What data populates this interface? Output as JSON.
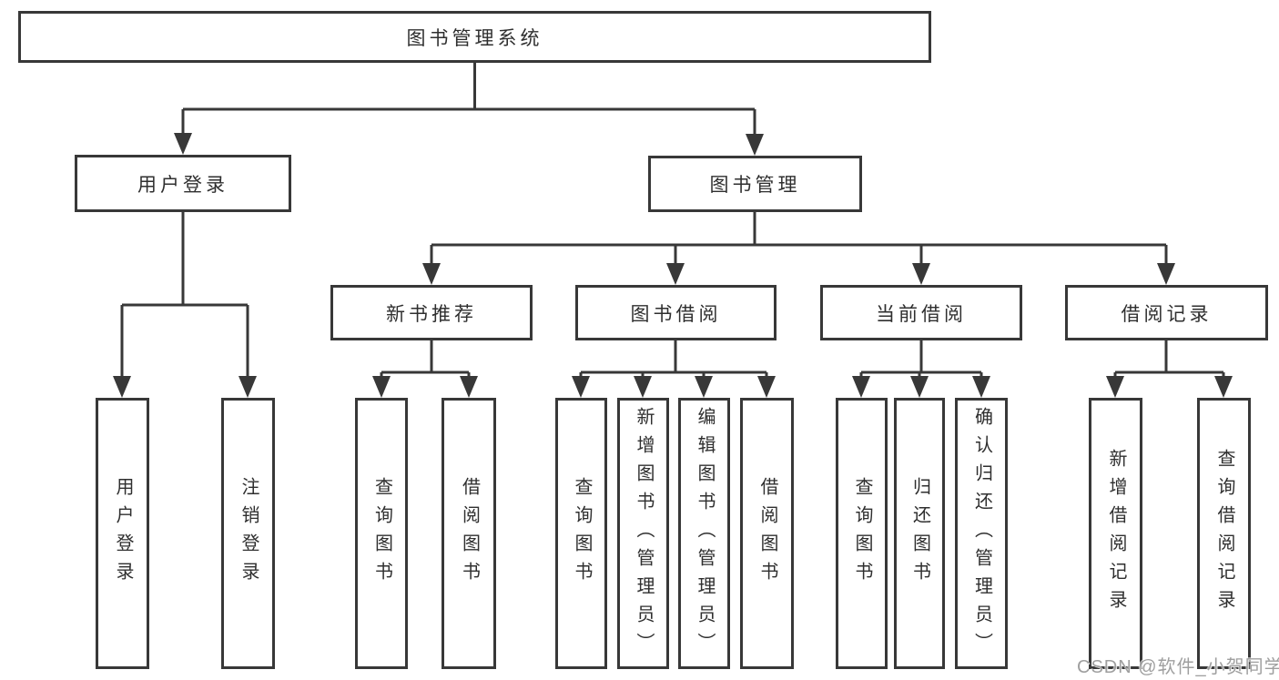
{
  "diagram_title": "图书管理系统",
  "nodes": {
    "root": "图书管理系统",
    "user_login": "用户登录",
    "book_mgmt": "图书管理",
    "new_book_rec": "新书推荐",
    "book_borrow": "图书借阅",
    "current_borrow": "当前借阅",
    "borrow_record": "借阅记录",
    "leaf_user_login": "用户登录",
    "leaf_logout": "注销登录",
    "leaf_nb_query": "查询图书",
    "leaf_nb_borrow": "借阅图书",
    "leaf_bb_query": "查询图书",
    "leaf_bb_add": "新增图书（管理员）",
    "leaf_bb_edit": "编辑图书（管理员）",
    "leaf_bb_borrow": "借阅图书",
    "leaf_cb_query": "查询图书",
    "leaf_cb_return": "归还图书",
    "leaf_cb_confirm": "确认归还（管理员）",
    "leaf_br_add": "新增借阅记录",
    "leaf_br_query": "查询借阅记录"
  },
  "hierarchy": {
    "图书管理系统": [
      "用户登录",
      "图书管理"
    ],
    "用户登录": [
      "用户登录",
      "注销登录"
    ],
    "图书管理": [
      "新书推荐",
      "图书借阅",
      "当前借阅",
      "借阅记录"
    ],
    "新书推荐": [
      "查询图书",
      "借阅图书"
    ],
    "图书借阅": [
      "查询图书",
      "新增图书（管理员）",
      "编辑图书（管理员）",
      "借阅图书"
    ],
    "当前借阅": [
      "查询图书",
      "归还图书",
      "确认归还（管理员）"
    ],
    "借阅记录": [
      "新增借阅记录",
      "查询借阅记录"
    ]
  },
  "watermark": "CSDN @软件_小贺同学",
  "colors": {
    "line": "#383838",
    "box_border": "#383838",
    "text": "#2f2f2f",
    "watermark": "#9f9f9f",
    "background": "#ffffff"
  }
}
